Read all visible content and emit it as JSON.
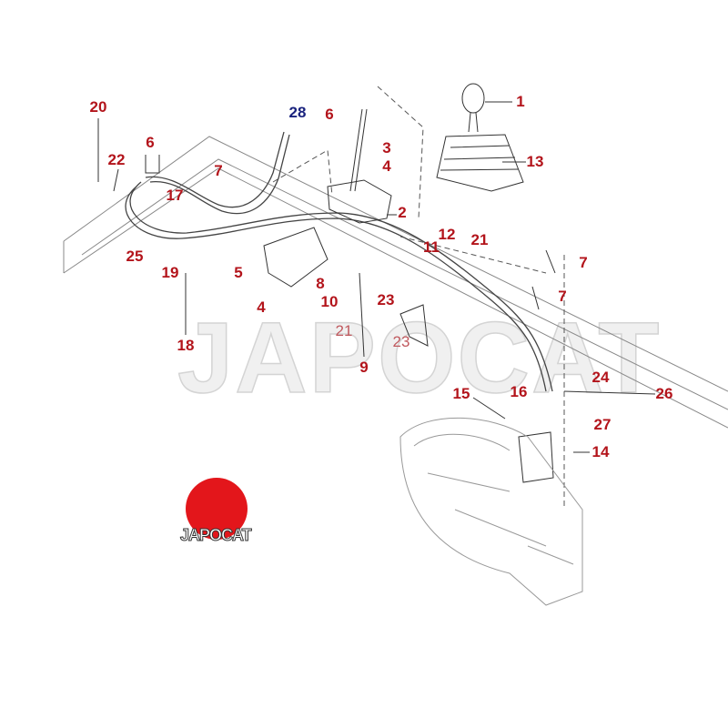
{
  "watermark": "JAPOCAT",
  "logo_text": "JAPOCAT",
  "colors": {
    "label": "#b3141b",
    "label_blue": "#1a237e",
    "label_faded": "#c0595e",
    "logo_red": "#e3161b"
  },
  "callouts": [
    {
      "id": "c20",
      "text": "20"
    },
    {
      "id": "c22",
      "text": "22"
    },
    {
      "id": "c6a",
      "text": "6"
    },
    {
      "id": "c17",
      "text": "17"
    },
    {
      "id": "c7a",
      "text": "7"
    },
    {
      "id": "c28",
      "text": "28"
    },
    {
      "id": "c6b",
      "text": "6"
    },
    {
      "id": "c1",
      "text": "1"
    },
    {
      "id": "c3",
      "text": "3"
    },
    {
      "id": "c4a",
      "text": "4"
    },
    {
      "id": "c13",
      "text": "13"
    },
    {
      "id": "c2",
      "text": "2"
    },
    {
      "id": "c12",
      "text": "12"
    },
    {
      "id": "c11",
      "text": "11"
    },
    {
      "id": "c21a",
      "text": "21"
    },
    {
      "id": "c25",
      "text": "25"
    },
    {
      "id": "c19",
      "text": "19"
    },
    {
      "id": "c5",
      "text": "5"
    },
    {
      "id": "c4b",
      "text": "4"
    },
    {
      "id": "c8",
      "text": "8"
    },
    {
      "id": "c10",
      "text": "10"
    },
    {
      "id": "c23a",
      "text": "23"
    },
    {
      "id": "c21b",
      "text": "21"
    },
    {
      "id": "c23b",
      "text": "23"
    },
    {
      "id": "c9",
      "text": "9"
    },
    {
      "id": "c18",
      "text": "18"
    },
    {
      "id": "c7b",
      "text": "7"
    },
    {
      "id": "c7c",
      "text": "7"
    },
    {
      "id": "c24",
      "text": "24"
    },
    {
      "id": "c26",
      "text": "26"
    },
    {
      "id": "c15",
      "text": "15"
    },
    {
      "id": "c16",
      "text": "16"
    },
    {
      "id": "c27",
      "text": "27"
    },
    {
      "id": "c14",
      "text": "14"
    }
  ]
}
